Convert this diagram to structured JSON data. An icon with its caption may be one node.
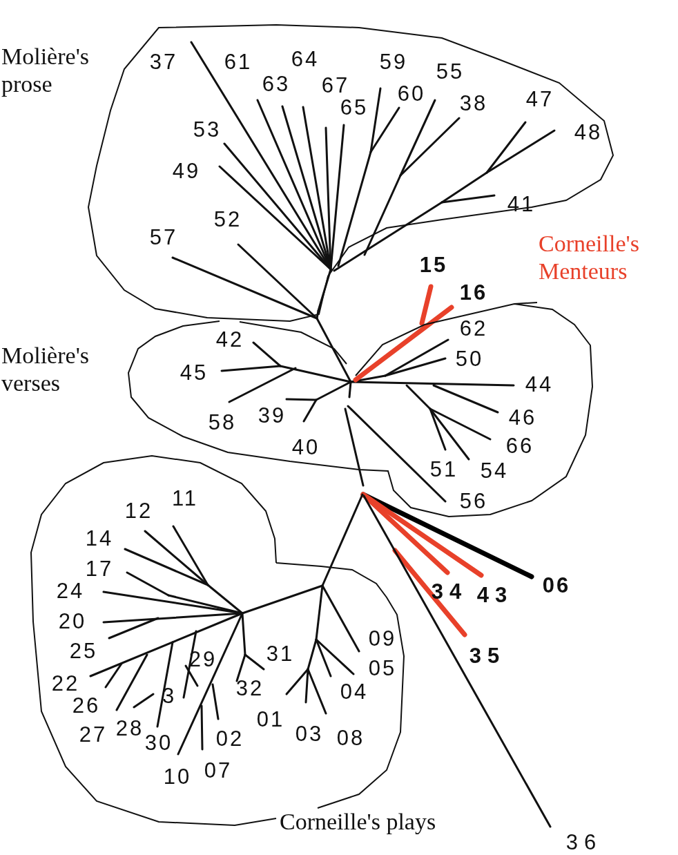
{
  "diagram": {
    "nodes": [
      {
        "text": [
          "Molière's prose"
        ]
      },
      {
        "text": [
          "Molière's verses"
        ]
      },
      {
        "text": [
          "Corneille's plays"
        ]
      }
    ],
    "labels": [
      "37",
      "61",
      "64",
      "59",
      "55",
      "63",
      "67",
      "60",
      "47",
      "38",
      "65",
      "53",
      "48",
      "49",
      "41",
      "52",
      "57",
      "Corneille's Menteurs",
      "15",
      "16",
      "62",
      "42",
      "50",
      "45",
      "44",
      "39",
      "46",
      "58",
      "66",
      "40",
      "51",
      "54",
      "11",
      "56",
      "12",
      "14",
      "17",
      "06",
      "24",
      "34",
      "43",
      "20",
      "09",
      "25",
      "31",
      "35",
      "29",
      "05",
      "22",
      "32",
      "04",
      "3",
      "26",
      "01",
      "28",
      "03",
      "27",
      "08",
      "02",
      "30",
      "07",
      "10",
      "36"
    ]
  }
}
